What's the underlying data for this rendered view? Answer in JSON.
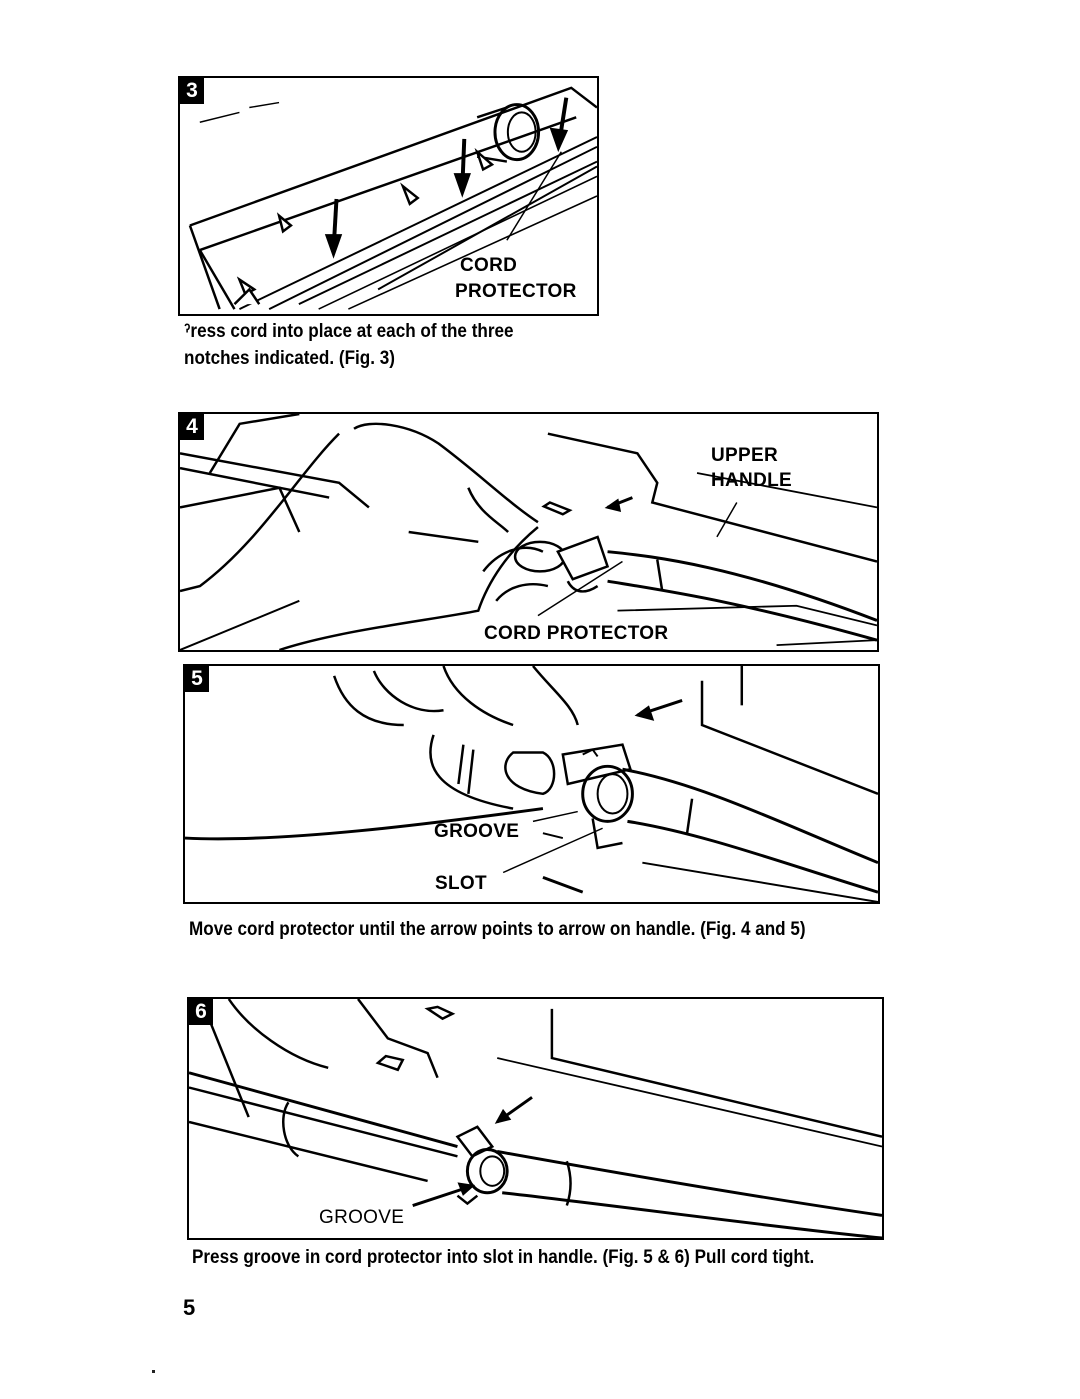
{
  "figures": [
    {
      "badge": "3",
      "labels": [
        "CORD",
        "PROTECTOR"
      ]
    },
    {
      "badge": "4",
      "labels": [
        "UPPER",
        "HANDLE",
        "CORD PROTECTOR"
      ]
    },
    {
      "badge": "5",
      "labels": [
        "GROOVE",
        "SLOT"
      ]
    },
    {
      "badge": "6",
      "labels": [
        "GROOVE"
      ]
    }
  ],
  "captions": {
    "fig3_line1": "ˀress cord into place at each of the three",
    "fig3_line2": "notches indicated. (Fig. 3)",
    "fig45": "Move cord protector until the arrow points to arrow on handle. (Fig. 4 and 5)",
    "fig56": "Press groove in cord protector into slot in handle. (Fig. 5 & 6) Pull cord tight."
  },
  "page_number": "5"
}
